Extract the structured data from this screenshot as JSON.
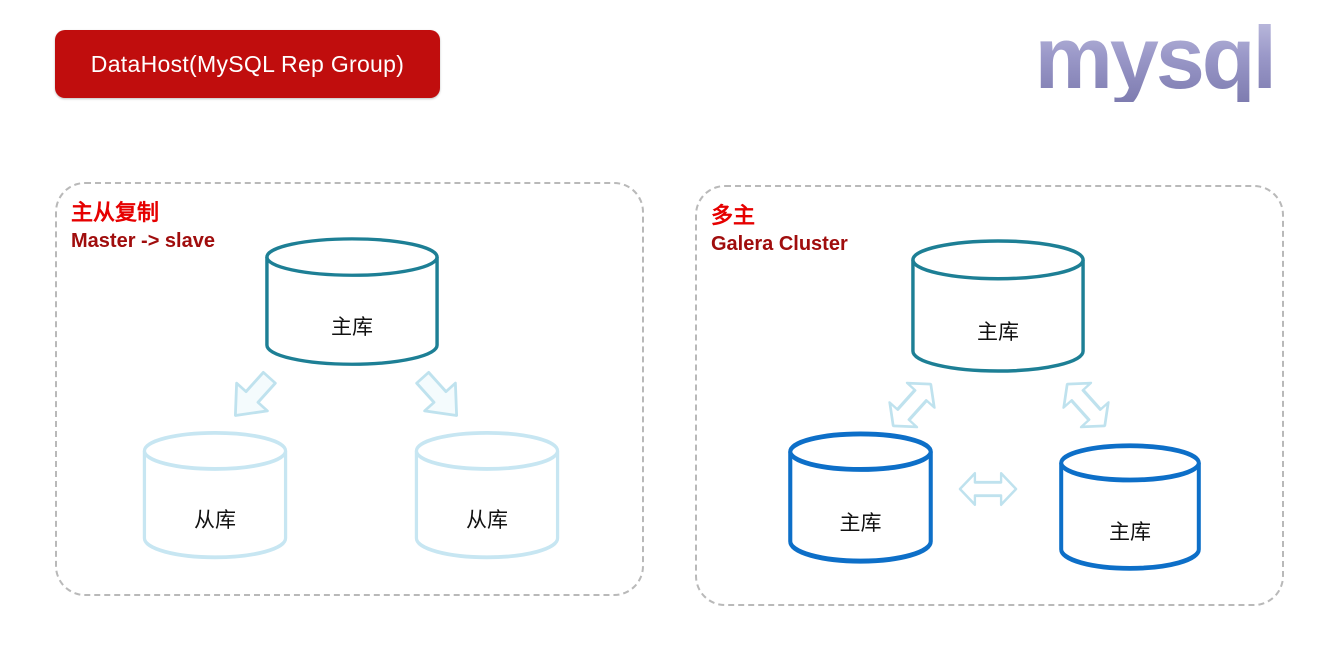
{
  "header": {
    "badge_label": "DataHost(MySQL Rep Group)",
    "logo_text": "mysql"
  },
  "left_panel": {
    "title_cn": "主从复制",
    "title_en": "Master -> slave",
    "master_label": "主库",
    "slave_left_label": "从库",
    "slave_right_label": "从库"
  },
  "right_panel": {
    "title_cn": "多主",
    "title_en": "Galera Cluster",
    "master_label": "主库",
    "node_left_label": "主库",
    "node_right_label": "主库"
  },
  "colors": {
    "badge_red": "#c00d0d",
    "title_red": "#e60000",
    "title_dark_red": "#a00d0d",
    "teal_stroke": "#1d7f95",
    "light_blue_stroke": "#c7e6f2",
    "blue_stroke": "#0d6fc8",
    "arrow_light_blue": "#bfe2ee",
    "logo_purple": "#9593c5",
    "panel_border": "#b9b9b9"
  }
}
